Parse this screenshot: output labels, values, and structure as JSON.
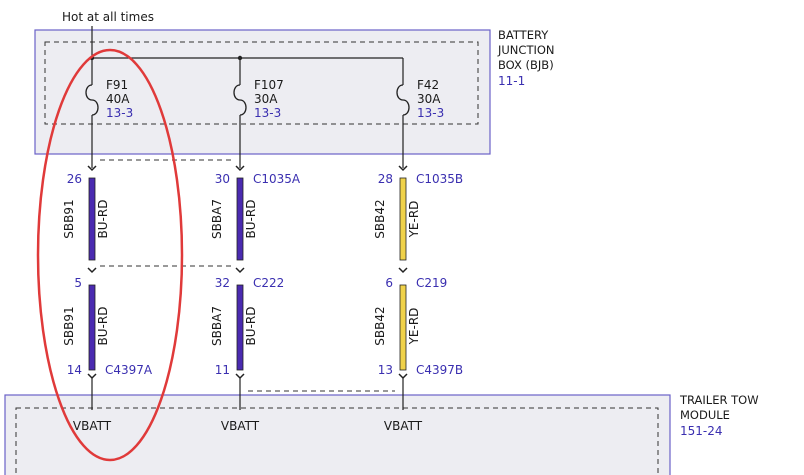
{
  "header": {
    "hot_label": "Hot at all times"
  },
  "bjb": {
    "title_lines": [
      "BATTERY",
      "JUNCTION",
      "BOX (BJB)"
    ],
    "ref": "11-1",
    "fuses": [
      {
        "name": "F91",
        "rating": "40A",
        "ref": "13-3"
      },
      {
        "name": "F107",
        "rating": "30A",
        "ref": "13-3"
      },
      {
        "name": "F42",
        "rating": "30A",
        "ref": "13-3"
      }
    ]
  },
  "circuits": [
    {
      "top": {
        "pin": "26",
        "connector": ""
      },
      "mid": {
        "pin": "5",
        "connector": ""
      },
      "bottom": {
        "pin": "14",
        "connector": "C4397A"
      },
      "upper_wire": {
        "id": "SBB91",
        "color": "BU-RD"
      },
      "lower_wire": {
        "id": "SBB91",
        "color": "BU-RD"
      },
      "terminal": "VBATT"
    },
    {
      "top": {
        "pin": "30",
        "connector": "C1035A"
      },
      "mid": {
        "pin": "32",
        "connector": "C222"
      },
      "bottom": {
        "pin": "11",
        "connector": ""
      },
      "upper_wire": {
        "id": "SBBA7",
        "color": "BU-RD"
      },
      "lower_wire": {
        "id": "SBBA7",
        "color": "BU-RD"
      },
      "terminal": "VBATT"
    },
    {
      "top": {
        "pin": "28",
        "connector": "C1035B"
      },
      "mid": {
        "pin": "6",
        "connector": "C219"
      },
      "bottom": {
        "pin": "13",
        "connector": "C4397B"
      },
      "upper_wire": {
        "id": "SBB42",
        "color": "YE-RD"
      },
      "lower_wire": {
        "id": "SBB42",
        "color": "YE-RD"
      },
      "terminal": "VBATT"
    }
  ],
  "ttm": {
    "title_lines": [
      "TRAILER TOW",
      "MODULE"
    ],
    "ref": "151-24"
  },
  "colors": {
    "box_outline": "#6a62c8",
    "box_fill": "#ededf2",
    "wire_blue_red": "#4a2ab0",
    "wire_yellow_red": "#f0d24a",
    "highlight": "#e03a3a",
    "ref_text": "#3a2fb0"
  }
}
